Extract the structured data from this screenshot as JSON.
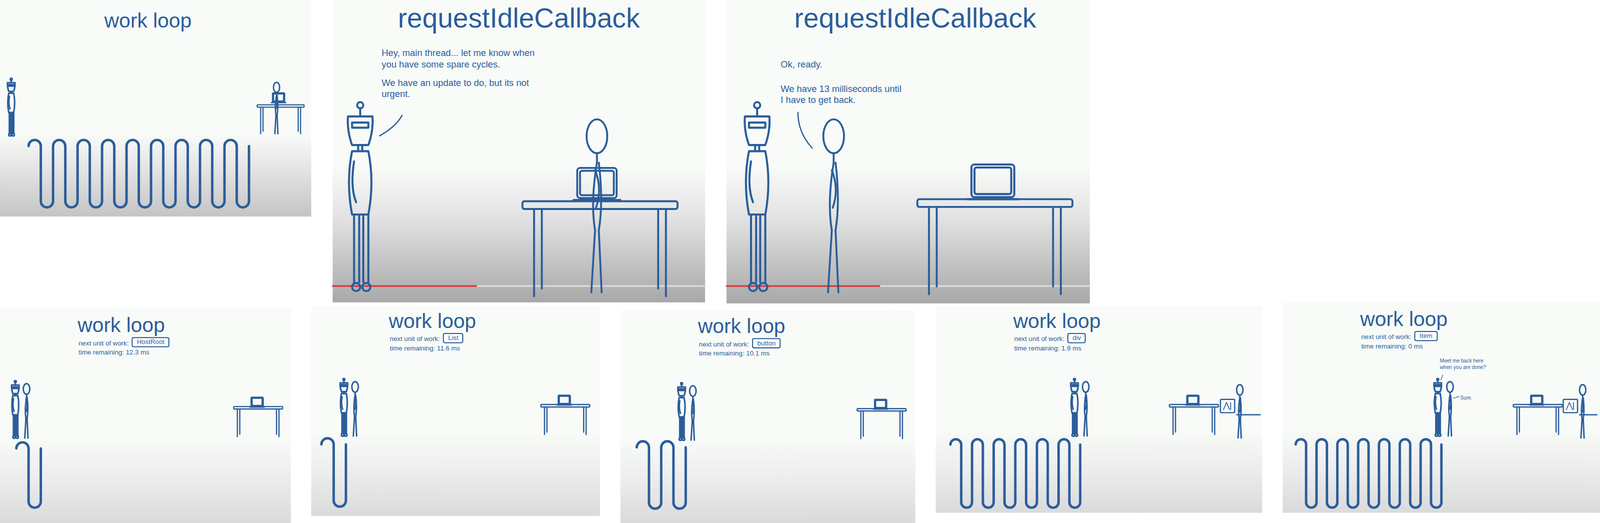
{
  "diagram": {
    "nodes": [
      {
        "text": [
          "HostRoot"
        ]
      },
      {
        "text": [
          "List"
        ]
      },
      {
        "text": [
          "button"
        ]
      },
      {
        "text": [
          "div"
        ]
      },
      {
        "text": [
          "Item"
        ]
      }
    ],
    "labels": [
      "work loop",
      "requestIdleCallback",
      "Hey, main thread... let me know when you have some spare cycles.",
      "We have an update to do, but its not urgent.",
      "requestIdleCallback",
      "Ok, ready.",
      "We have 13 milliseconds until I have to get back.",
      "work loop",
      "next unit of work:",
      "time remaining: 12.3 ms",
      "work loop",
      "next unit of work:",
      "time remaining: 11.6 ms",
      "work loop",
      "next unit of work:",
      "time remaining: 10.1 ms",
      "work loop",
      "next unit of work:",
      "time remaining: 1.9 ms",
      "work loop",
      "next unit of work:",
      "time remaining: 0 ms",
      "Meet me back here when you are done?",
      "Sure."
    ]
  }
}
